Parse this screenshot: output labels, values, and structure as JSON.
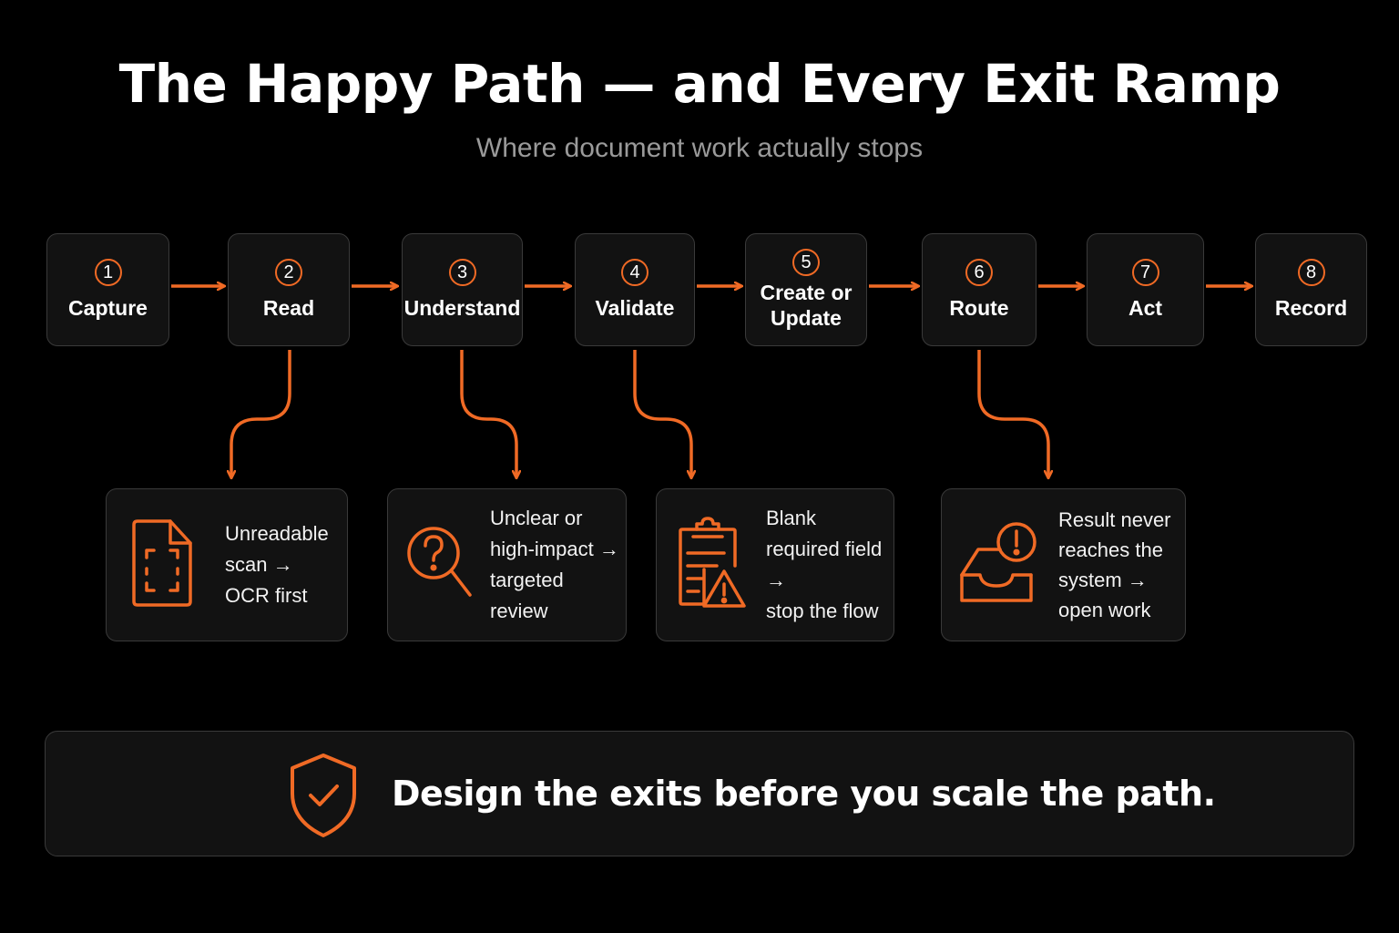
{
  "title": "The Happy Path — and Every Exit Ramp",
  "subtitle": "Where document work actually stops",
  "accent_color": "#f06a25",
  "steps": [
    {
      "number": "1",
      "label": "Capture"
    },
    {
      "number": "2",
      "label": "Read"
    },
    {
      "number": "3",
      "label": "Understand"
    },
    {
      "number": "4",
      "label": "Validate"
    },
    {
      "number": "5",
      "label": "Create or\nUpdate"
    },
    {
      "number": "6",
      "label": "Route"
    },
    {
      "number": "7",
      "label": "Act"
    },
    {
      "number": "8",
      "label": "Record"
    }
  ],
  "exits": [
    {
      "from_step": "2",
      "icon": "scan-document-icon",
      "text": "Unreadable\nscan →\nOCR first"
    },
    {
      "from_step": "3",
      "icon": "question-magnifier-icon",
      "text": "Unclear or\nhigh-impact →\ntargeted review"
    },
    {
      "from_step": "4",
      "icon": "clipboard-warning-icon",
      "text": "Blank\nrequired field →\nstop the flow"
    },
    {
      "from_step": "6",
      "icon": "inbox-alert-icon",
      "text": "Result never\nreaches the\nsystem →\nopen work"
    }
  ],
  "banner": {
    "icon": "shield-check-icon",
    "text": "Design the exits before you scale the path."
  }
}
